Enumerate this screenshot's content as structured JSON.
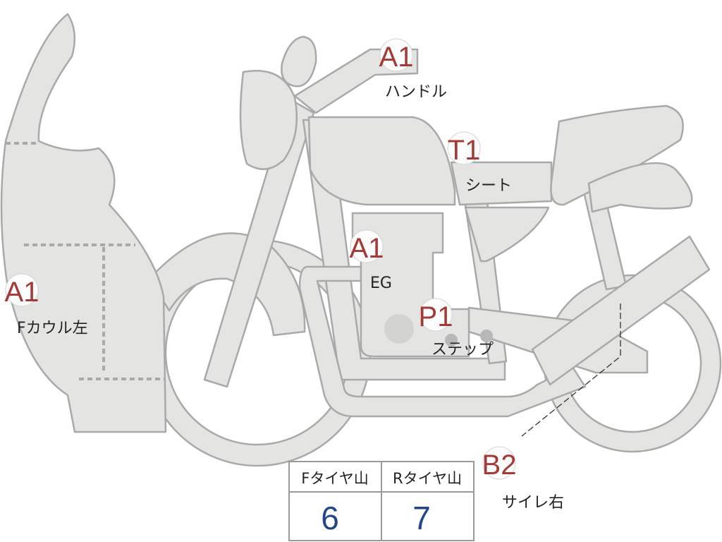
{
  "markers": [
    {
      "id": "handle",
      "code": "A1",
      "label": "ハンドル"
    },
    {
      "id": "seat",
      "code": "T1",
      "label": "シート"
    },
    {
      "id": "engine",
      "code": "A1",
      "label": "EG"
    },
    {
      "id": "fcowl-left",
      "code": "A1",
      "label": "Fカウル左"
    },
    {
      "id": "step",
      "code": "P1",
      "label": "ステップ"
    },
    {
      "id": "muffler-right",
      "code": "B2",
      "label": "サイレ右"
    }
  ],
  "tire_table": {
    "headers": [
      "Fタイヤ山",
      "Rタイヤ山"
    ],
    "values": [
      "6",
      "7"
    ]
  },
  "colors": {
    "part_fill": "#e4e4e2",
    "part_stroke": "#a9a9a9",
    "code_text": "#a43a36",
    "value_text": "#234589"
  }
}
